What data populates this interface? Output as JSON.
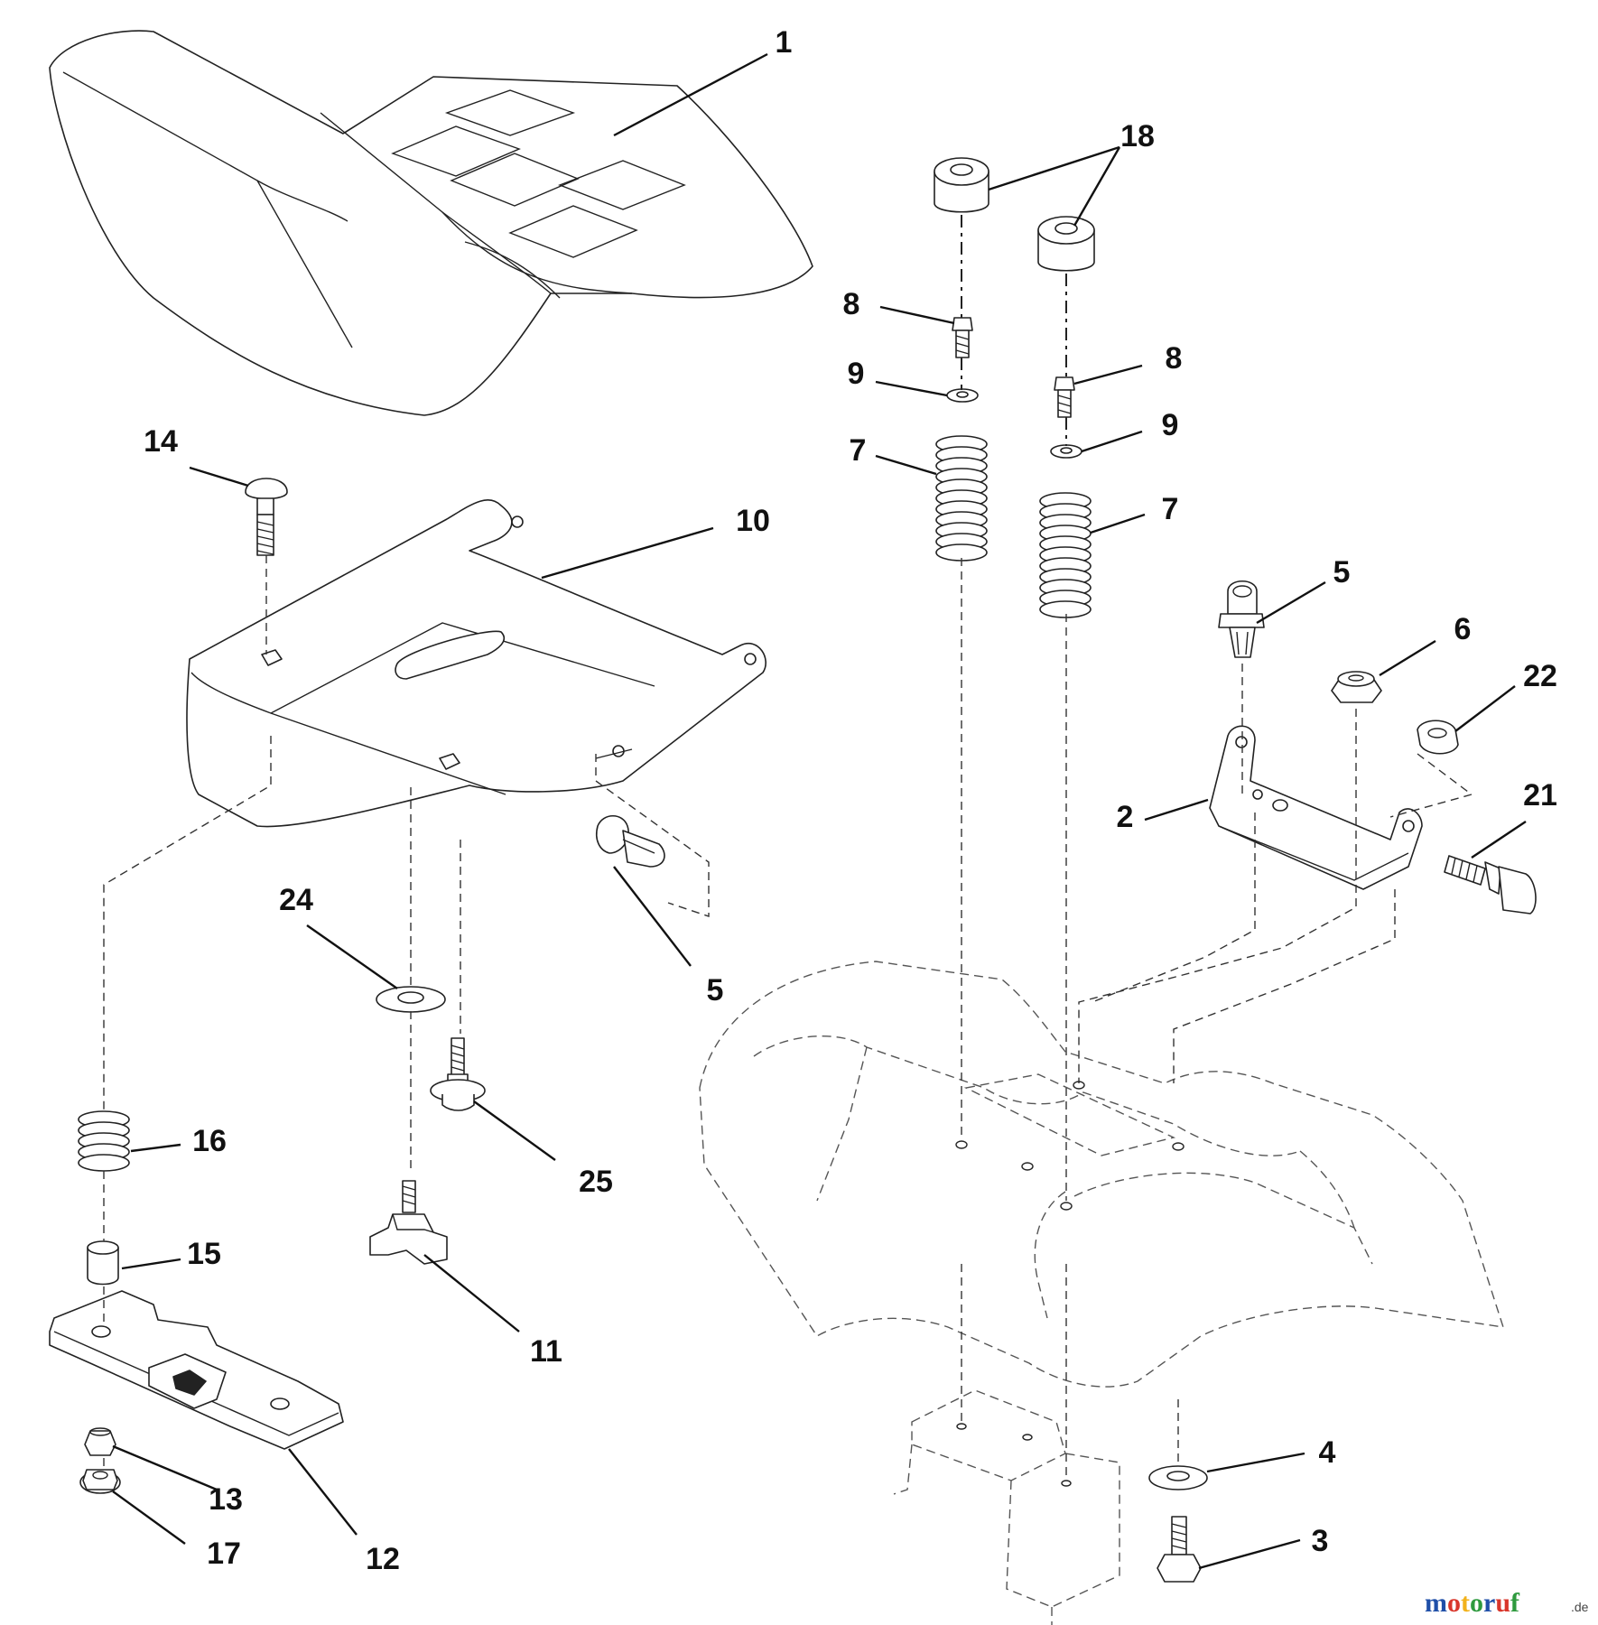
{
  "callouts": {
    "c1": "1",
    "c2": "2",
    "c3": "3",
    "c4": "4",
    "c5a": "5",
    "c5b": "5",
    "c6": "6",
    "c7a": "7",
    "c7b": "7",
    "c8a": "8",
    "c8b": "8",
    "c9a": "9",
    "c9b": "9",
    "c10": "10",
    "c11": "11",
    "c12": "12",
    "c13": "13",
    "c14": "14",
    "c15": "15",
    "c16": "16",
    "c17": "17",
    "c18": "18",
    "c21": "21",
    "c22": "22",
    "c24": "24",
    "c25": "25"
  },
  "watermark": {
    "text": "motoruf",
    "suffix": ".de",
    "colors": [
      "#1f4fa8",
      "#d9362b",
      "#f2b21b",
      "#2e9a3e"
    ]
  }
}
